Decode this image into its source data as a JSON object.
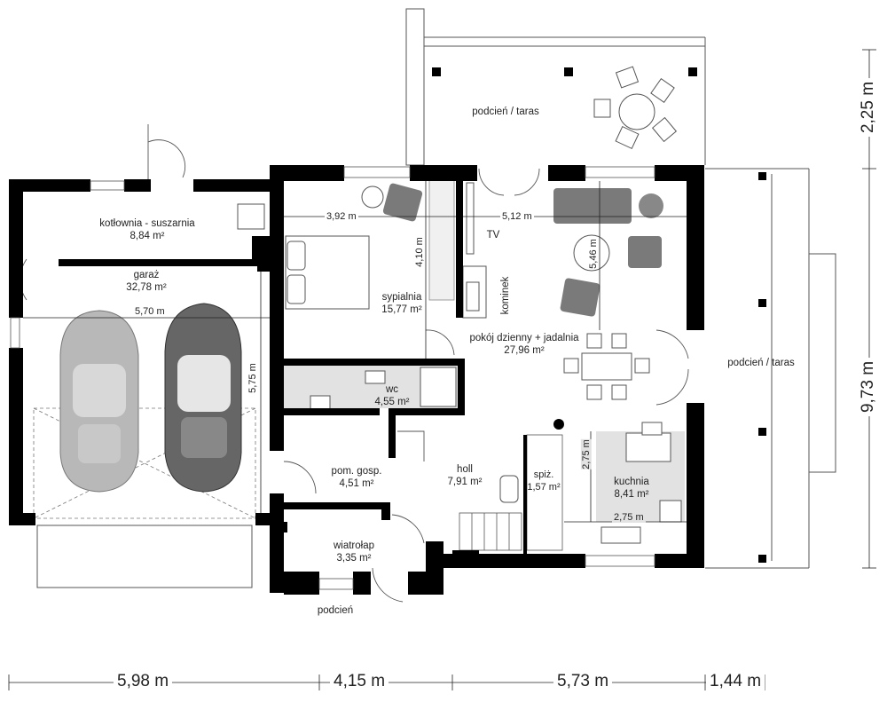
{
  "rooms": {
    "kotlownia": {
      "name": "kotłownia - suszarnia",
      "area": "8,84 m²"
    },
    "garaz": {
      "name": "garaż",
      "area": "32,78 m²"
    },
    "sypialnia": {
      "name": "sypialnia",
      "area": "15,77 m²"
    },
    "wc": {
      "name": "wc",
      "area": "4,55 m²"
    },
    "pokoj": {
      "name": "pokój dzienny + jadalnia",
      "area": "27,96 m²"
    },
    "pom_gosp": {
      "name": "pom. gosp.",
      "area": "4,51 m²"
    },
    "holl": {
      "name": "holl",
      "area": "7,91 m²"
    },
    "spiz": {
      "name": "spiż.",
      "area": "1,57 m²"
    },
    "kuchnia": {
      "name": "kuchnia",
      "area": "8,41 m²"
    },
    "wiatrolap": {
      "name": "wiatrołap",
      "area": "3,35 m²"
    }
  },
  "outdoor": {
    "taras_top": "podcień / taras",
    "taras_right": "podcień / taras",
    "podcien": "podcień"
  },
  "fixtures": {
    "tv": "TV",
    "kominek": "kominek"
  },
  "inner_dims": {
    "garaz_w": "5,70 m",
    "garaz_h": "5,75 m",
    "sypialnia_w": "3,92 m",
    "sypialnia_h": "4,10 m",
    "pokoj_w": "5,12 m",
    "pokoj_h": "5,46 m",
    "kuchnia_h": "2,75 m",
    "kuchnia_w": "2,75 m"
  },
  "outer_dims": {
    "bottom": [
      "5,98 m",
      "4,15 m",
      "5,73 m",
      "1,44 m"
    ],
    "right_top": "2,25 m",
    "right_main": "9,73 m"
  },
  "colors": {
    "wall": "#000000",
    "bath_floor": "#e2e2e2",
    "kitchen_floor": "#e2e2e2",
    "furniture": "#7a7a7a",
    "car_light": "#b8b8b8",
    "car_dark": "#666666"
  }
}
